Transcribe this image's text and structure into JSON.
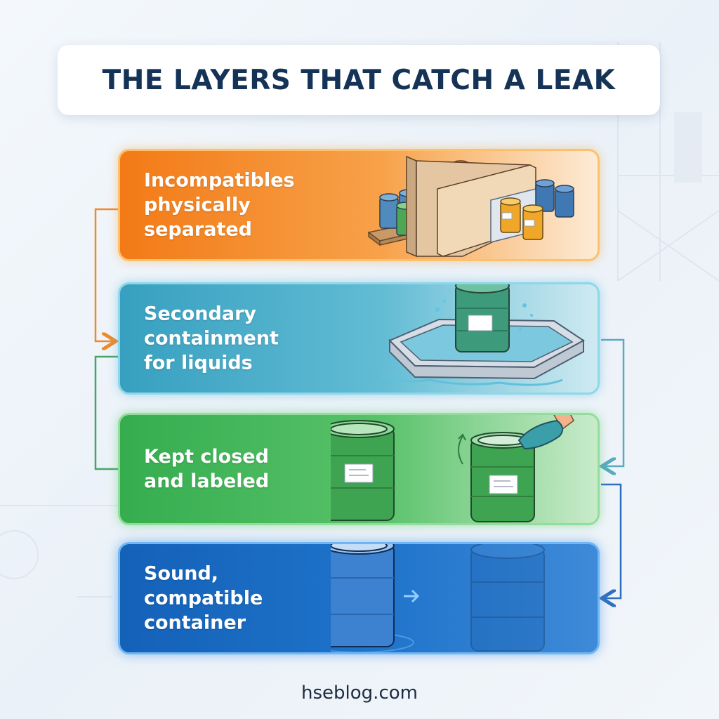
{
  "title": "THE LAYERS THAT CATCH A LEAK",
  "layers": [
    {
      "label": "Incompatibles physically separated",
      "color": "#f37a16"
    },
    {
      "label": "Secondary containment for liquids",
      "color": "#37a0c0"
    },
    {
      "label": "Kept closed and labeled",
      "color": "#35ad4f"
    },
    {
      "label": "Sound, compatible container",
      "color": "#1461b8"
    }
  ],
  "footer": "hseblog.com",
  "icons": [
    "drums-on-pallet-icon",
    "separation-wall-icon",
    "spill-tray-icon",
    "sealed-drum-icon",
    "gloved-hand-icon",
    "drum-icon"
  ]
}
